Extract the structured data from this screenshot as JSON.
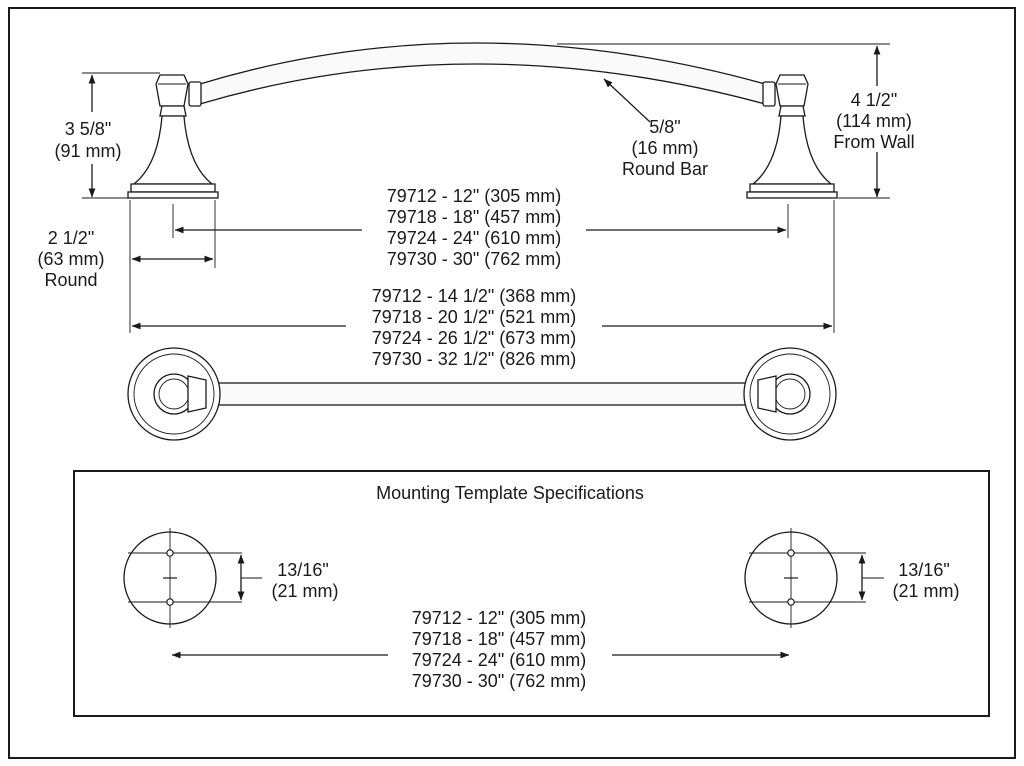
{
  "labels": {
    "post_height_value": "3 5/8\"",
    "post_height_metric": "(91 mm)",
    "base_value": "2 1/2\"",
    "base_metric": "(63 mm)",
    "base_shape": "Round",
    "bar_value": "5/8\"",
    "bar_metric": "(16 mm)",
    "bar_type": "Round Bar",
    "projection_value": "4 1/2\"",
    "projection_metric": "(114 mm)",
    "projection_note": "From Wall"
  },
  "center_sizes": [
    "79712 - 12\" (305 mm)",
    "79718 - 18\" (457 mm)",
    "79724 - 24\" (610 mm)",
    "79730 - 30\" (762 mm)"
  ],
  "overall_sizes": [
    "79712 - 14 1/2\" (368 mm)",
    "79718 - 20 1/2\" (521 mm)",
    "79724 - 26 1/2\" (673 mm)",
    "79730 - 32 1/2\" (826 mm)"
  ],
  "template": {
    "title": "Mounting Template Specifications",
    "hole_spacing_value": "13/16\"",
    "hole_spacing_metric": "(21 mm)",
    "sizes": [
      "79712 - 12\" (305 mm)",
      "79718 - 18\" (457 mm)",
      "79724 - 24\" (610 mm)",
      "79730 - 30\" (762 mm)"
    ]
  }
}
